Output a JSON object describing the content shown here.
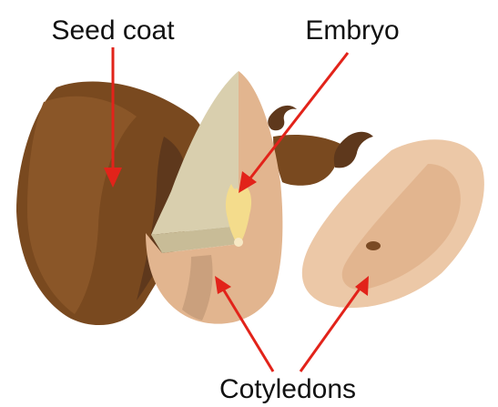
{
  "labels": {
    "seed_coat": "Seed coat",
    "embryo": "Embryo",
    "cotyledons": "Cotyledons"
  },
  "colors": {
    "seed_coat_dark": "#5e381c",
    "seed_coat_mid": "#79491f",
    "seed_coat_light": "#8a5628",
    "cotyledon": "#e2b58f",
    "cotyledon_light": "#ecc8a7",
    "cotyledon_shade": "#caa07d",
    "endosperm": "#d9cfae",
    "endosperm_dark": "#c8bc97",
    "embryo_tissue": "#f4dc8c",
    "arrow": "#e2231a",
    "text": "#111111"
  }
}
